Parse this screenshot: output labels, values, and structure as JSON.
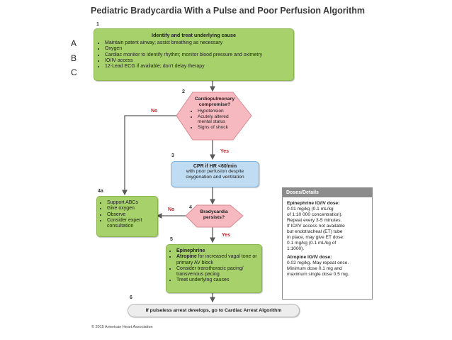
{
  "title": "Pediatric Bradycardia With a Pulse and Poor Perfusion Algorithm",
  "side_labels": [
    "A",
    "B",
    "C"
  ],
  "steps": {
    "s1": "1",
    "s2": "2",
    "s3": "3",
    "s4": "4",
    "s4a": "4a",
    "s5": "5",
    "s6": "6"
  },
  "box1": {
    "heading": "Identify and treat underlying cause",
    "items": [
      "Maintain patent airway; assist breathing as necessary",
      "Oxygen",
      "Cardiac monitor to identify rhythm; monitor blood pressure and oximetry",
      "IO/IV access",
      "12-Lead ECG if available; don't delay therapy"
    ]
  },
  "decision2": {
    "line1": "Cardiopulmonary",
    "line2": "compromise?",
    "items": [
      "Hypotension",
      "Acutely altered mental status",
      "Signs of shock"
    ]
  },
  "box3": {
    "line1": "CPR if HR <60/min",
    "line2": "with poor perfusion despite",
    "line3": "oxygenation and ventilation"
  },
  "decision4": {
    "line1": "Bradycardia",
    "line2": "persists?"
  },
  "box4a": {
    "items": [
      "Support ABCs",
      "Give oxygen",
      "Observe",
      "Consider expert consultation"
    ]
  },
  "box5": {
    "items": [
      {
        "bold": "Epinephrine",
        "rest": ""
      },
      {
        "bold": "Atropine",
        "rest": " for increased vagal tone or primary AV block"
      },
      {
        "bold": "",
        "rest": "Consider transthoracic pacing/ transvenous pacing"
      },
      {
        "bold": "",
        "rest": "Treat underlying causes"
      }
    ]
  },
  "box6": {
    "text": "If pulseless arrest develops, go to Cardiac Arrest Algorithm"
  },
  "labels": {
    "no1": "No",
    "yes1": "Yes",
    "no2": "No",
    "yes2": "Yes"
  },
  "doses": {
    "header": "Doses/Details",
    "epi_head": "Epinephrine IO/IV dose:",
    "epi_lines": [
      "0.01 mg/kg (0.1 mL/kg",
      "of 1:10 000 concentration).",
      "Repeat every 3-5 minutes.",
      "If IO/IV access not available",
      "but endotracheal (ET) tube",
      "in place, may give ET dose:",
      "0.1 mg/kg (0.1 mL/kg of",
      "1:1000)."
    ],
    "atr_head": "Atropine IO/IV dose:",
    "atr_lines": [
      "0.02 mg/kg. May repeat once.",
      "Minimum dose 0.1 mg and",
      "maximum single dose 0.5 mg."
    ]
  },
  "copyright": "© 2015 American Heart Association",
  "colors": {
    "action_green": "#a7d16b",
    "decision_pink": "#f6b9bf",
    "cpr_blue": "#bfdcf3",
    "arrow": "#5a5a5a",
    "label_red": "#c0282e"
  }
}
